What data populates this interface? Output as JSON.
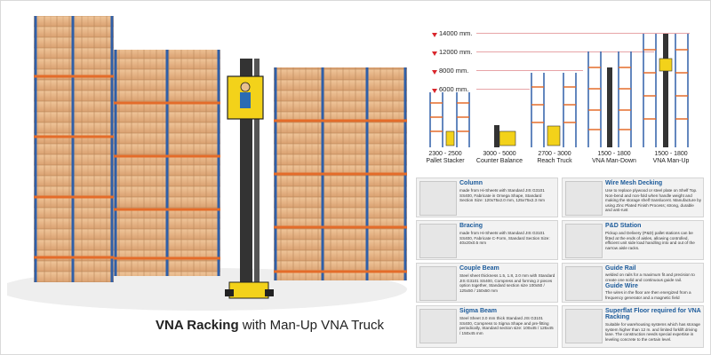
{
  "caption": {
    "bold": "VNA Racking",
    "rest": " with Man-Up VNA Truck"
  },
  "heights": [
    "14000 mm.",
    "12000 mm.",
    "8000 mm.",
    "6000 mm."
  ],
  "truck_types": [
    {
      "range": "2300 - 2500",
      "name": "Pallet Stacker"
    },
    {
      "range": "3000 - 5000",
      "name": "Counter Balance"
    },
    {
      "range": "2700 - 3000",
      "name": "Reach Truck"
    },
    {
      "range": "1500 - 1800",
      "name": "VNA Man-Down"
    },
    {
      "range": "1500 - 1800",
      "name": "VNA Man-Up"
    }
  ],
  "cells": [
    {
      "title": "Column",
      "body": "made from Hi-Sheets with Standard JIS G3101 SS400, Fabricate in Omega Shape, Standard Section Size: 120x75x2.0 mm, 125x75x2.3 mm"
    },
    {
      "title": "Wire Mesh Decking",
      "body": "Use to replace plywood or steel plate on Shelf Top. Non-bend and non-fold when handle weight and making the storage shelf translucent. Manufacture by using Zinc Plated Finish Process; strong, durable and anti-rust"
    },
    {
      "title": "Bracing",
      "body": "made from Hi-Sheets with Standard JIS G3101 SS400, Fabricate C-Form, Standard Section Size: 40x20x0.5 mm"
    },
    {
      "title": "P&D Station",
      "body": "Pickup and Delivery (P&D) pallet stations can be fitted at the ends of aisles, allowing controlled, efficient unit side load handling into and out of the narrow aisle racks."
    },
    {
      "title": "Couple Beam",
      "body": "Steel sheet thickness 1.5, 1.8, 2.0 mm with Standard JIS G3101 SS400, Compress and forming 2 pieces option together, Standard section size 100x50 / 125x50 / 150x50 mm"
    },
    {
      "title": "Guide Rail",
      "body": "welded on rails for a maximum fit and precision to create one solid and continuous guide rail."
    },
    {
      "title": "Guide Wire",
      "body": "The wires in the floor are then energized from a frequency generator and a magnetic field"
    },
    {
      "title": "Sigma Beam",
      "body": "Steel Sheet 3.0 mm thick Standard JIS G3101 SS400, Compress to Sigma Shape and pre-fitting periodically, Standard section size: 100x45 / 125x45 / 150x45 mm"
    },
    {
      "title": "Superflat Floor required for VNA Racking",
      "body": "Suitable for warehousing systems which has storage system higher than 12 m. and limited forklift driving lane. The construction needs special expertise in leveling concrete to the certain level."
    }
  ]
}
